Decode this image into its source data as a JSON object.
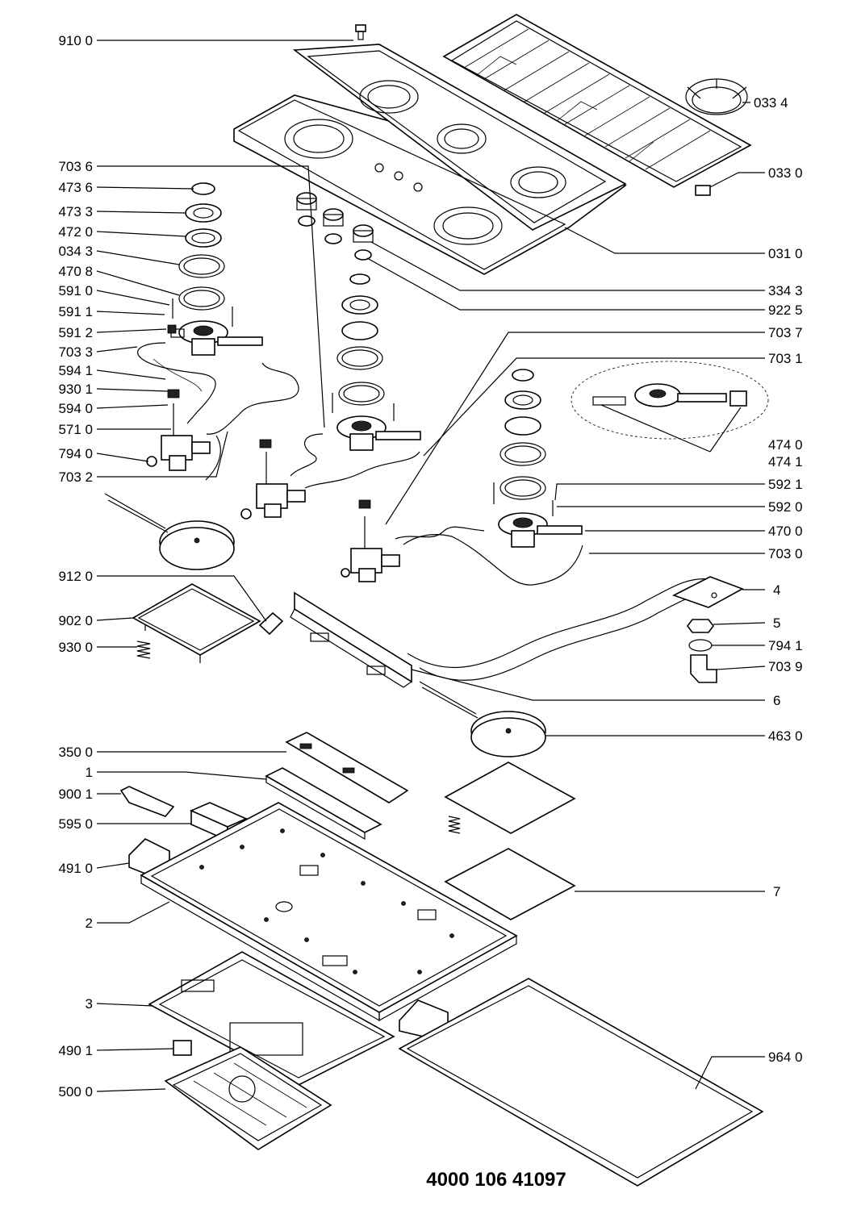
{
  "document_number": "4000 106 41097",
  "labels_left": [
    "910 0",
    "703 6",
    "473 6",
    "473 3",
    "472 0",
    "034 3",
    "470 8",
    "591 0",
    "591 1",
    "591 2",
    "703 3",
    "594 1",
    "930 1",
    "594 0",
    "571 0",
    "794 0",
    "703 2",
    "912 0",
    "902 0",
    "930 0",
    "350 0",
    "1",
    "900 1",
    "595 0",
    "491 0",
    "2",
    "3",
    "490 1",
    "500 0"
  ],
  "labels_right": [
    "033 4",
    "033 0",
    "031 0",
    "334 3",
    "922 5",
    "703 7",
    "703 1",
    "474 0",
    "474 1",
    "592 1",
    "592 0",
    "470 0",
    "703 0",
    "4",
    "5",
    "794 1",
    "703 9",
    "6",
    "463 0",
    "7",
    "964 0"
  ]
}
